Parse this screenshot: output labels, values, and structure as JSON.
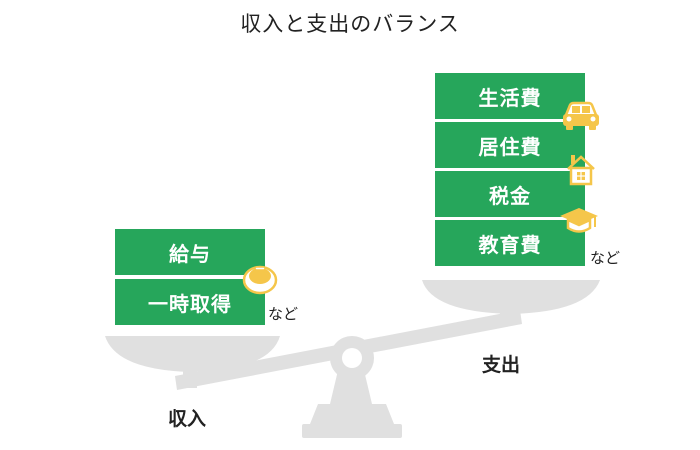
{
  "title": "収入と支出のバランス",
  "income": {
    "label": "収入",
    "items": [
      "給与",
      "一時取得"
    ],
    "note": "など"
  },
  "expense": {
    "label": "支出",
    "items": [
      "生活費",
      "居住費",
      "税金",
      "教育費"
    ],
    "note": "など"
  },
  "colors": {
    "block_green": "#26a65b",
    "scale_gray": "#e0e0e0",
    "icon_yellow": "#f5c64a"
  },
  "icons": [
    "piggy-bank-icon",
    "car-icon",
    "house-icon",
    "graduation-cap-icon"
  ]
}
